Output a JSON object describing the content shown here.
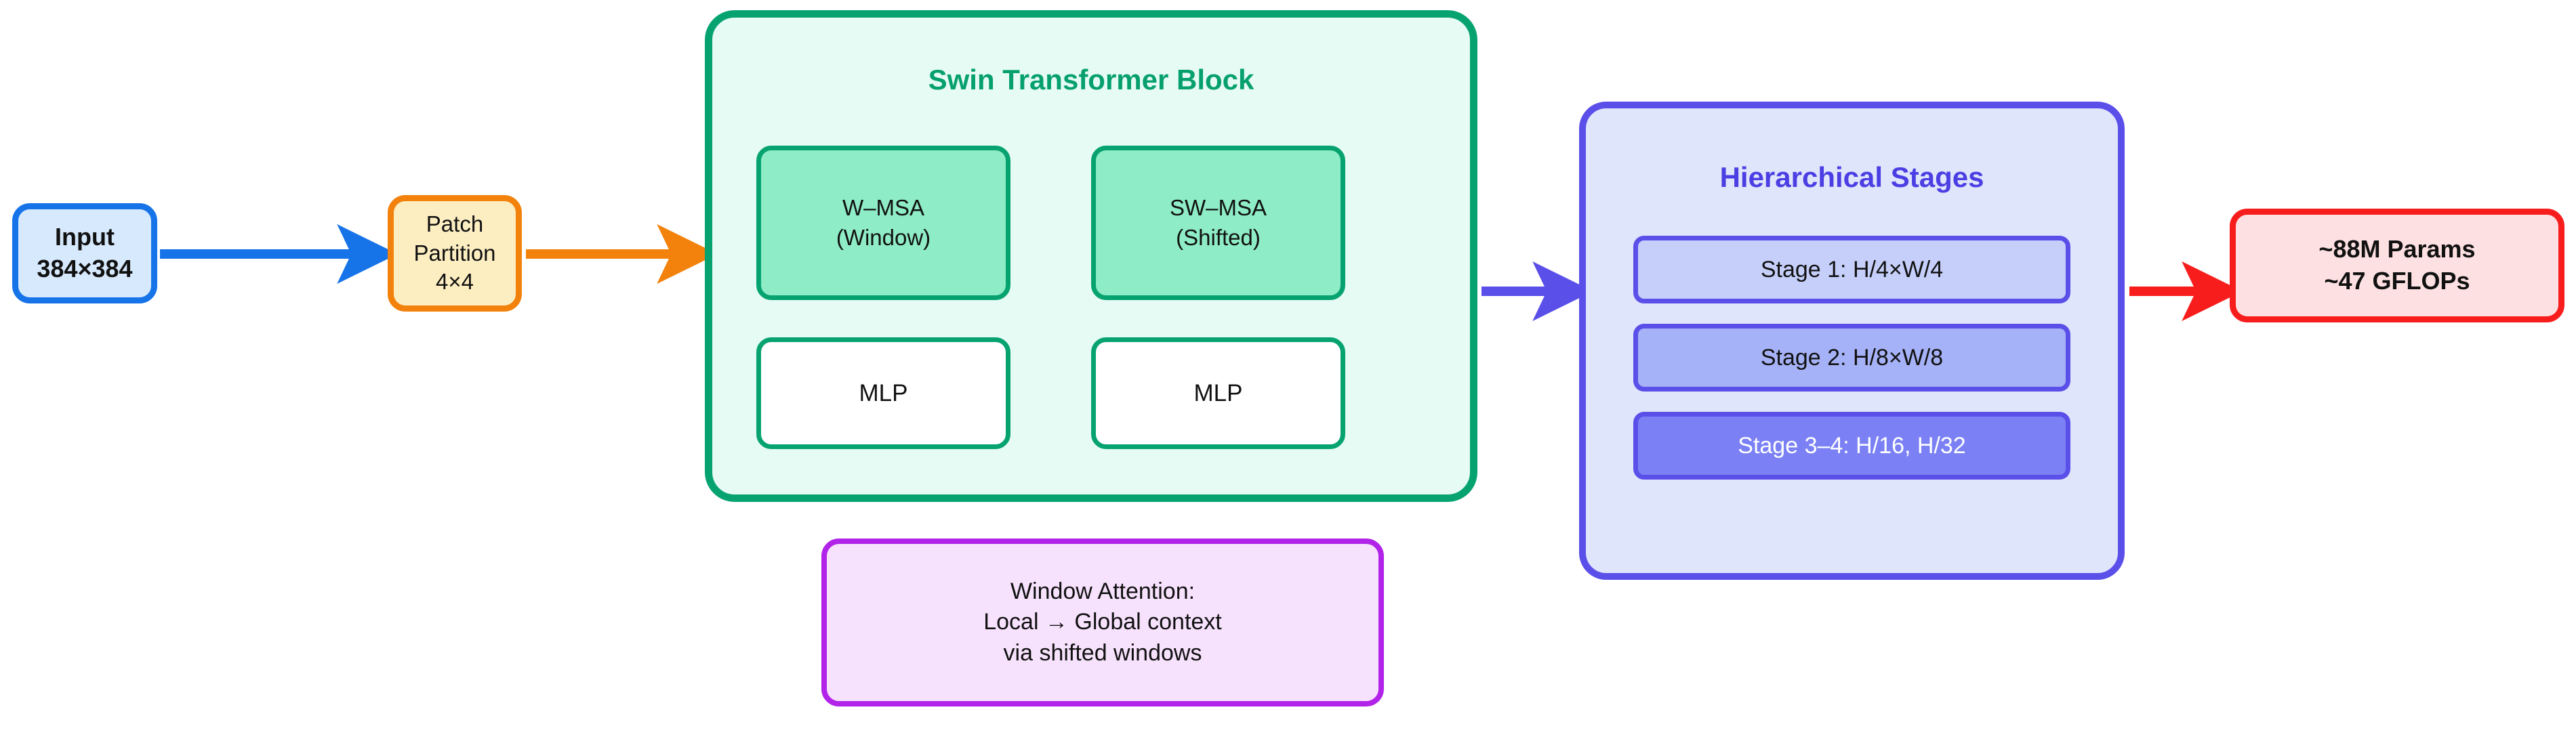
{
  "diagram": {
    "title": "Swin Transformer architecture flow",
    "input": {
      "name": "input-block",
      "line1": "Input",
      "line2": "384×384",
      "fill": "#d6e9fd",
      "stroke": "#1673e8"
    },
    "patch": {
      "name": "patch-partition-block",
      "line1": "Patch",
      "line2": "Partition",
      "line3": "4×4",
      "fill": "#fdeec2",
      "stroke": "#f2820c"
    },
    "swin": {
      "title": "Swin Transformer Block",
      "title_color": "#06a06e",
      "fill": "#e6fbf4",
      "stroke": "#06a370",
      "wmsa": {
        "line1": "W–MSA",
        "line2": "(Window)",
        "fill": "#8eecc6"
      },
      "swmsa": {
        "line1": "SW–MSA",
        "line2": "(Shifted)",
        "fill": "#8eecc6"
      },
      "mlp_left": "MLP",
      "mlp_right": "MLP"
    },
    "note": {
      "line1": "Window Attention:",
      "line2": "Local → Global context",
      "line3": "via shifted windows",
      "fill": "#f7e2fd",
      "stroke": "#b123e8"
    },
    "stages": {
      "title": "Hierarchical Stages",
      "title_color": "#4b3fe4",
      "fill": "#dfe5fb",
      "stroke": "#5b4fe9",
      "rows": [
        {
          "label": "Stage 1: H/4×W/4",
          "fill": "#c5cffa",
          "text_color": "#111111"
        },
        {
          "label": "Stage 2: H/8×W/8",
          "fill": "#a6b2f7",
          "text_color": "#111111"
        },
        {
          "label": "Stage 3–4: H/16, H/32",
          "fill": "#7b81f4",
          "text_color": "#ffffff"
        }
      ]
    },
    "params": {
      "line1": "~88M Params",
      "line2": "~47 GFLOPs",
      "fill": "#fde0e1",
      "stroke": "#f81d1d"
    },
    "arrows": [
      {
        "name": "arrow-input-to-patch",
        "color": "#1673e8"
      },
      {
        "name": "arrow-patch-to-swin",
        "color": "#f2820c"
      },
      {
        "name": "arrow-wmsa-to-swmsa",
        "color": "#06a370"
      },
      {
        "name": "arrow-wmsa-to-mlp",
        "color": "#06a370"
      },
      {
        "name": "arrow-swmsa-to-mlp",
        "color": "#06a370"
      },
      {
        "name": "arrow-swin-to-stages",
        "color": "#5b4fe9"
      },
      {
        "name": "arrow-stages-to-params",
        "color": "#f81d1d"
      }
    ]
  }
}
